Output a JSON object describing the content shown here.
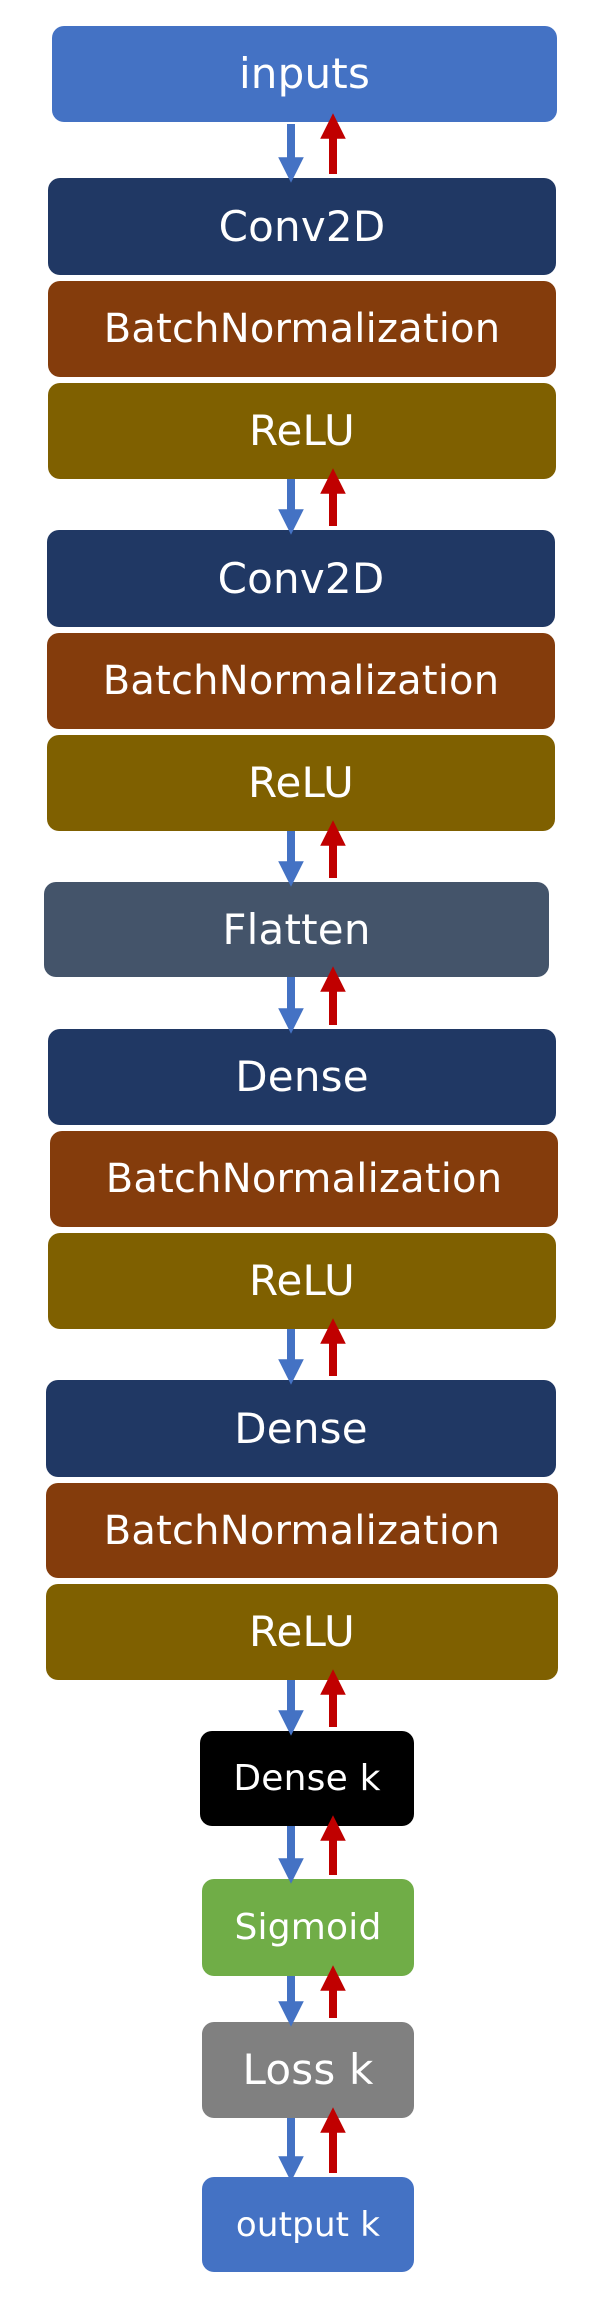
{
  "diagram": {
    "inputs": "inputs",
    "conv1": "Conv2D",
    "bn1": "BatchNormalization",
    "relu1": "ReLU",
    "conv2": "Conv2D",
    "bn2": "BatchNormalization",
    "relu2": "ReLU",
    "flatten": "Flatten",
    "dense1": "Dense",
    "bn3": "BatchNormalization",
    "relu3": "ReLU",
    "dense2": "Dense",
    "bn4": "BatchNormalization",
    "relu4": "ReLU",
    "dense_k": "Dense k",
    "sigmoid": "Sigmoid",
    "loss_k": "Loss k",
    "output_k": "output k"
  },
  "colors": {
    "input_blue": "#4472C4",
    "dark_blue": "#203864",
    "batch_norm_brown": "#843C0C",
    "relu_olive": "#7F6000",
    "flatten_slate": "#44546A",
    "dense_k_black": "#000000",
    "sigmoid_green": "#70AD47",
    "loss_gray": "#808080",
    "forward_arrow_blue": "#4472C4",
    "backward_arrow_red": "#C00000"
  }
}
